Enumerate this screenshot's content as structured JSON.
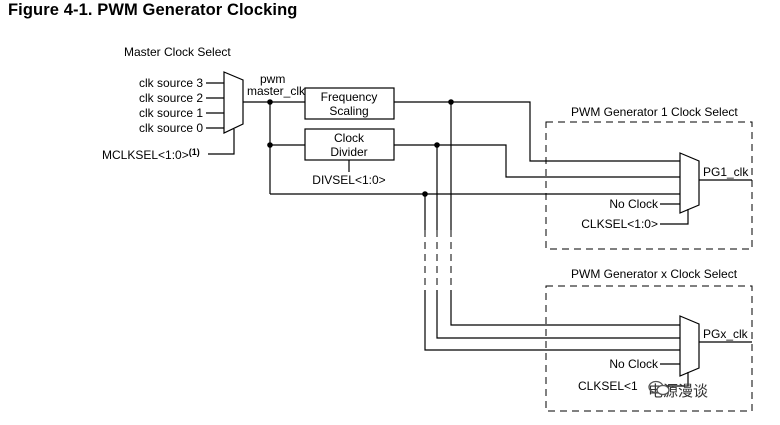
{
  "title": "Figure 4-1.  PWM Generator Clocking",
  "master": {
    "heading": "Master Clock Select",
    "sources": [
      "clk source 3",
      "clk source 2",
      "clk source 1",
      "clk source 0"
    ],
    "select": "MCLKSEL<1:0>",
    "select_note": "(1)",
    "output_top": "pwm",
    "output_bottom": "master_clk"
  },
  "blocks": {
    "freq_scaling": [
      "Frequency",
      "Scaling"
    ],
    "clock_divider": [
      "Clock",
      "Divider"
    ],
    "divsel": "DIVSEL<1:0>"
  },
  "gen1": {
    "heading": "PWM Generator 1 Clock Select",
    "output": "PG1_clk",
    "no_clock": "No Clock",
    "select": "CLKSEL<1:0>"
  },
  "genx": {
    "heading": "PWM Generator x Clock Select",
    "output": "PGx_clk",
    "no_clock": "No Clock",
    "select": "CLKSEL<1"
  },
  "watermark": "电源漫谈"
}
